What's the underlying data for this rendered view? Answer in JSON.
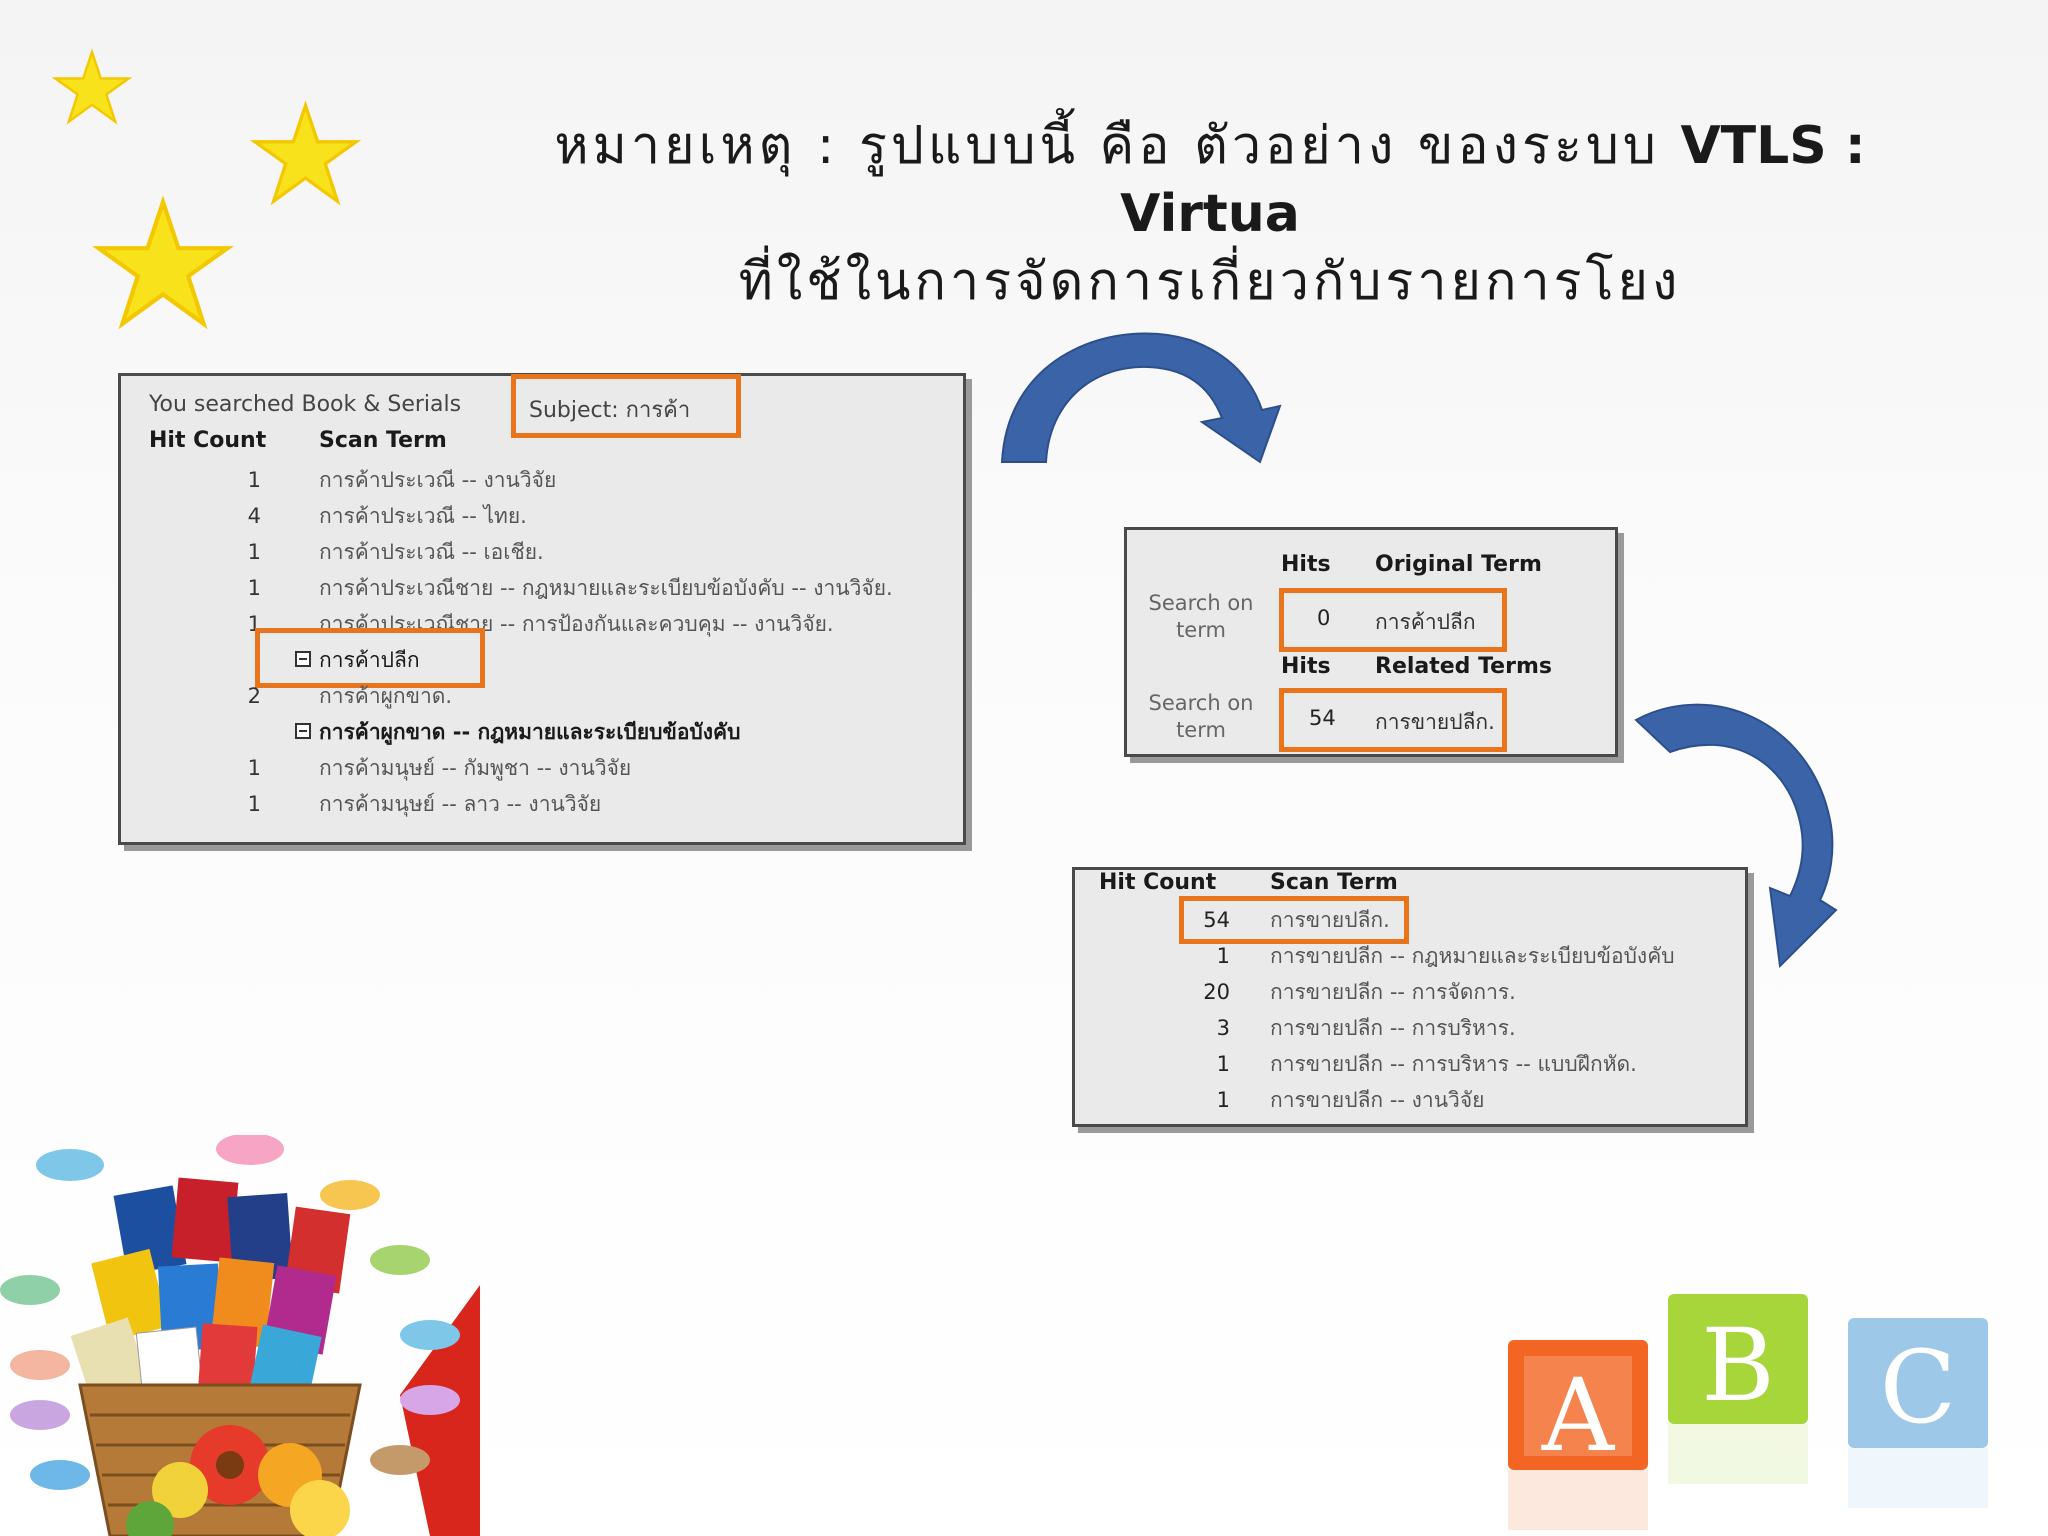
{
  "title": {
    "line1_thai": "หมายเหตุ : รูปแบบนี้ คือ ตัวอย่าง ของระบบ",
    "line1_brand": "VTLS : Virtua",
    "line2": "ที่ใช้ในการจัดการเกี่ยวกับรายการโยง"
  },
  "panel1": {
    "searched_label": "You searched Book & Serials",
    "subject_label": "Subject: การค้า",
    "col_hit": "Hit Count",
    "col_scan": "Scan Term",
    "rows": [
      {
        "count": "1",
        "term": "การค้าประเวณี -- งานวิจัย"
      },
      {
        "count": "4",
        "term": "การค้าประเวณี -- ไทย."
      },
      {
        "count": "1",
        "term": "การค้าประเวณี -- เอเชีย."
      },
      {
        "count": "1",
        "term": "การค้าประเวณีชาย -- กฎหมายและระเบียบข้อบังคับ -- งานวิจัย."
      },
      {
        "count": "1",
        "term": "การค้าประเวณีชาย -- การป้องกันและควบคุม -- งานวิจัย."
      },
      {
        "count": "",
        "term": "การค้าปลีก"
      },
      {
        "count": "2",
        "term": "การค้าผูกขาด."
      },
      {
        "count": "",
        "term": "การค้าผูกขาด -- กฎหมายและระเบียบข้อบังคับ"
      },
      {
        "count": "1",
        "term": "การค้ามนุษย์ -- กัมพูชา -- งานวิจัย"
      },
      {
        "count": "1",
        "term": "การค้ามนุษย์ -- ลาว -- งานวิจัย"
      }
    ]
  },
  "panel2": {
    "hits_label": "Hits",
    "original_term_label": "Original Term",
    "related_terms_label": "Related Terms",
    "search_on_term_1": "Search on",
    "search_on_term_2": "term",
    "original_hits": "0",
    "original_term": "การค้าปลีก",
    "related_hits": "54",
    "related_term": "การขายปลีก."
  },
  "panel3": {
    "col_hit": "Hit Count",
    "col_scan": "Scan Term",
    "rows": [
      {
        "count": "54",
        "term": "การขายปลีก."
      },
      {
        "count": "1",
        "term": "การขายปลีก -- กฎหมายและระเบียบข้อบังคับ"
      },
      {
        "count": "20",
        "term": "การขายปลีก -- การจัดการ."
      },
      {
        "count": "3",
        "term": "การขายปลีก -- การบริหาร."
      },
      {
        "count": "1",
        "term": "การขายปลีก -- การบริหาร -- แบบฝึกหัด."
      },
      {
        "count": "1",
        "term": "การขายปลีก -- งานวิจัย"
      }
    ]
  },
  "decor": {
    "abc_letters": [
      "A",
      "B",
      "C"
    ],
    "colors": {
      "highlight": "#e8741c",
      "arrow": "#3b64a8",
      "star": "#f7e21b"
    }
  }
}
